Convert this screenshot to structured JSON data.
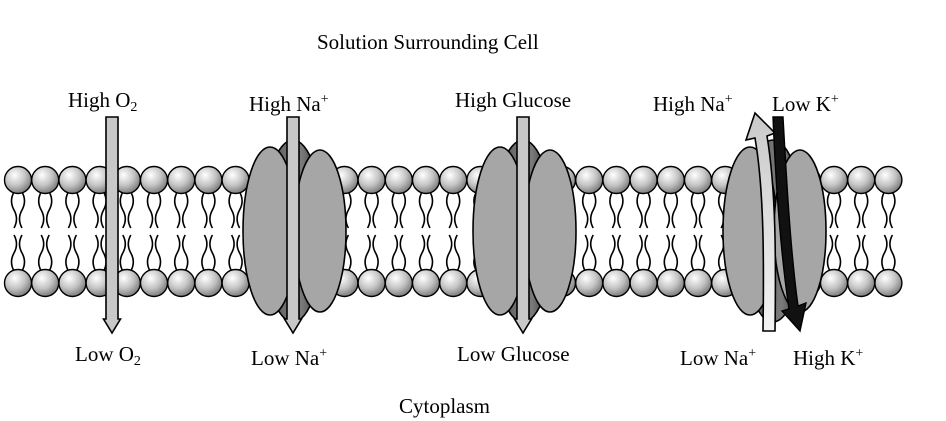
{
  "title_top": "Solution Surrounding Cell",
  "title_bottom": "Cytoplasm",
  "oxygen": {
    "high": "High O",
    "low": "Low O",
    "subscript": "2"
  },
  "sodium_channel": {
    "high": "High Na",
    "low": "Low Na",
    "superscript": "+"
  },
  "glucose_transporter": {
    "high": "High Glucose",
    "low": "Low Glucose"
  },
  "pump": {
    "na_high": "High Na",
    "na_low": "Low Na",
    "k_low": "Low K",
    "k_high": "High K",
    "superscript": "+"
  },
  "colors": {
    "diffusion_arrow": "#c8c8c8",
    "protein": "#a6a6a6",
    "protein_dark": "#3c3c3c",
    "phospholipid_head": "#bdbdbd",
    "na_arrow": "#e6e6e6",
    "k_arrow": "#111111"
  },
  "icons": [
    "phospholipid-head-icon",
    "protein-channel-icon",
    "down-arrow-icon",
    "up-arrow-icon"
  ]
}
